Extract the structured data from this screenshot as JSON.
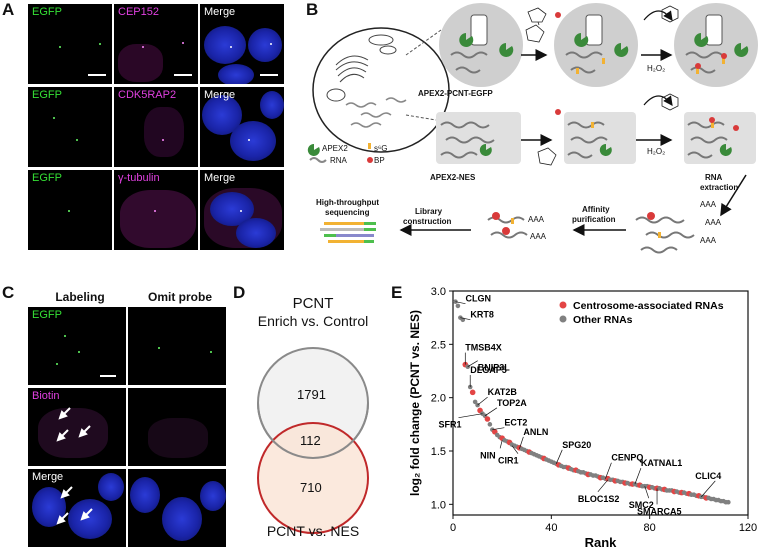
{
  "panels": {
    "A": "A",
    "B": "B",
    "C": "C",
    "D": "D",
    "E": "E"
  },
  "panelA": {
    "rows": [
      {
        "left": "EGFP",
        "middle": "CEP152",
        "right": "Merge"
      },
      {
        "left": "EGFP",
        "middle": "CDK5RAP2",
        "right": "Merge"
      },
      {
        "left": "EGFP",
        "middle": "γ-tubulin",
        "right": "Merge"
      }
    ]
  },
  "panelB": {
    "construct_top": "APEX2-PCNT-EGFP",
    "construct_bottom": "APEX2-NES",
    "h2o2": "H₂O₂",
    "legend": {
      "apex2": "APEX2",
      "s6g": "s⁶G",
      "rna": "RNA",
      "bp": "BP"
    },
    "steps": {
      "rna_extraction_1": "RNA",
      "rna_extraction_2": "extraction",
      "affinity_1": "Affinity",
      "affinity_2": "purification",
      "library_1": "Library",
      "library_2": "construction",
      "seq_1": "High-throughput",
      "seq_2": "sequencing"
    },
    "poly_a": "AAA",
    "colors": {
      "apex2": "#3a8a3a",
      "s6g": "#f2b233",
      "bp": "#d93a3a",
      "rna": "#888888",
      "bead": "#ffffff"
    }
  },
  "panelC": {
    "col_labeling": "Labeling",
    "col_omit": "Omit probe",
    "rows": [
      "EGFP",
      "Biotin",
      "Merge"
    ]
  },
  "panelD": {
    "title_1": "PCNT",
    "title_2": "Enrich vs. Control",
    "top_only": "1791",
    "overlap": "112",
    "bottom_only": "710",
    "bottom_label": "PCNT vs. NES",
    "top_color": "#8a8a8a",
    "bottom_color": "#c0292a"
  },
  "chart_data": {
    "type": "scatter",
    "xlabel": "Rank",
    "ylabel": "log₂ fold change (PCNT vs. NES)",
    "xlim": [
      0,
      120
    ],
    "ylim": [
      0.9,
      3.0
    ],
    "xticks": [
      0,
      40,
      80,
      120
    ],
    "yticks": [
      1.0,
      1.5,
      2.0,
      2.5,
      3.0
    ],
    "legend": [
      {
        "name": "Centrosome-associated RNAs",
        "color": "#e34545"
      },
      {
        "name": "Other RNAs",
        "color": "#808080"
      }
    ],
    "legend_position": "top-right",
    "grid": false,
    "values": [
      2.9,
      2.86,
      2.75,
      2.73,
      2.31,
      2.29,
      2.1,
      2.05,
      1.96,
      1.93,
      1.88,
      1.85,
      1.83,
      1.8,
      1.75,
      1.7,
      1.68,
      1.65,
      1.63,
      1.62,
      1.6,
      1.59,
      1.58,
      1.56,
      1.55,
      1.54,
      1.53,
      1.52,
      1.51,
      1.5,
      1.49,
      1.48,
      1.47,
      1.46,
      1.45,
      1.44,
      1.43,
      1.42,
      1.41,
      1.4,
      1.39,
      1.38,
      1.37,
      1.36,
      1.35,
      1.35,
      1.34,
      1.33,
      1.32,
      1.32,
      1.31,
      1.3,
      1.3,
      1.29,
      1.28,
      1.28,
      1.27,
      1.27,
      1.26,
      1.25,
      1.25,
      1.24,
      1.24,
      1.23,
      1.23,
      1.22,
      1.22,
      1.21,
      1.21,
      1.2,
      1.2,
      1.19,
      1.19,
      1.19,
      1.18,
      1.18,
      1.17,
      1.17,
      1.17,
      1.16,
      1.16,
      1.15,
      1.15,
      1.15,
      1.14,
      1.14,
      1.13,
      1.13,
      1.13,
      1.12,
      1.12,
      1.11,
      1.11,
      1.11,
      1.1,
      1.1,
      1.09,
      1.09,
      1.08,
      1.08,
      1.07,
      1.07,
      1.06,
      1.06,
      1.05,
      1.05,
      1.04,
      1.04,
      1.03,
      1.03,
      1.02,
      1.02
    ],
    "highlight_ranks": [
      5,
      8,
      11,
      14,
      17,
      20,
      23,
      27,
      31,
      37,
      43,
      47,
      50,
      55,
      60,
      63,
      66,
      70,
      73,
      76,
      80,
      83,
      86,
      90,
      93,
      96,
      100,
      103
    ],
    "annotations": [
      {
        "label": "CLGN",
        "rank": 1,
        "value": 2.9
      },
      {
        "label": "KRT8",
        "rank": 3,
        "value": 2.75
      },
      {
        "label": "TMSB4X",
        "rank": 5,
        "value": 2.31
      },
      {
        "label": "BNIP3L",
        "rank": 6,
        "value": 2.29
      },
      {
        "label": "DLGAP5",
        "rank": 7,
        "value": 2.1
      },
      {
        "label": "KAT2B",
        "rank": 10,
        "value": 1.93
      },
      {
        "label": "TOP2A",
        "rank": 13,
        "value": 1.83
      },
      {
        "label": "ECT2",
        "rank": 16,
        "value": 1.7
      },
      {
        "label": "SFR1",
        "rank": 12,
        "value": 1.85
      },
      {
        "label": "ANLN",
        "rank": 27,
        "value": 1.52
      },
      {
        "label": "NIN",
        "rank": 20,
        "value": 1.6
      },
      {
        "label": "CIR1",
        "rank": 24,
        "value": 1.55
      },
      {
        "label": "SPG20",
        "rank": 42,
        "value": 1.38
      },
      {
        "label": "CENPQ",
        "rank": 62,
        "value": 1.24
      },
      {
        "label": "KATNAL1",
        "rank": 74,
        "value": 1.19
      },
      {
        "label": "BLOC1S2",
        "rank": 63,
        "value": 1.23
      },
      {
        "label": "SMC2",
        "rank": 78,
        "value": 1.17
      },
      {
        "label": "SMARCA5",
        "rank": 83,
        "value": 1.15
      },
      {
        "label": "CLIC4",
        "rank": 101,
        "value": 1.07
      }
    ]
  }
}
